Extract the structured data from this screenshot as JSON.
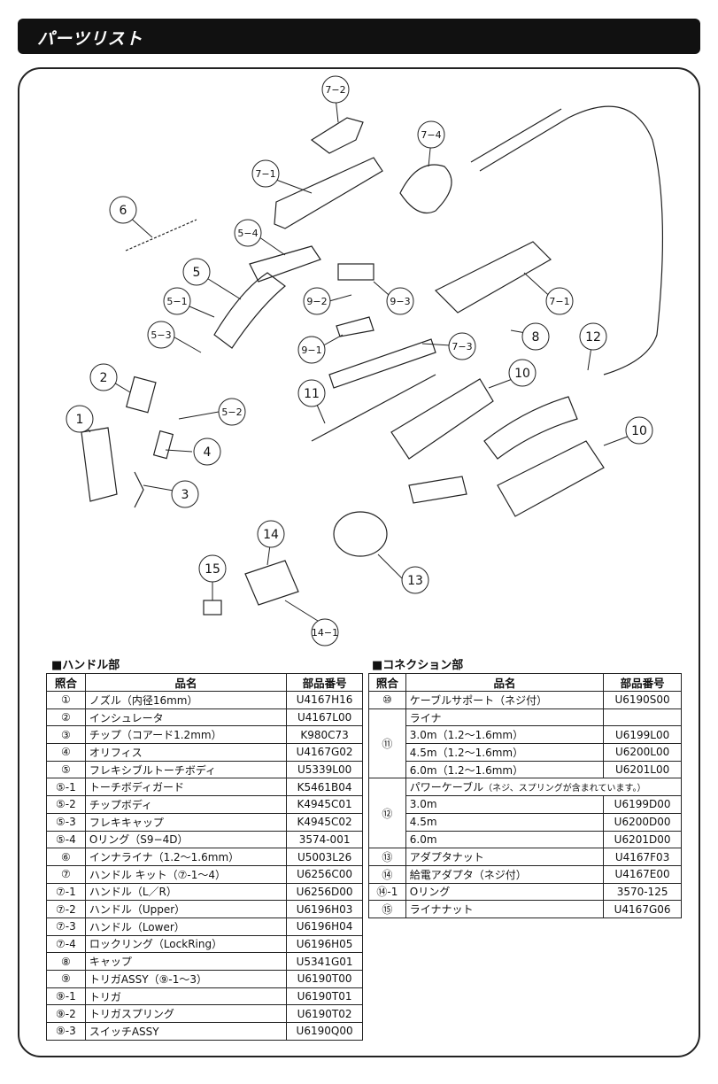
{
  "header": {
    "title": "パーツリスト"
  },
  "diagram": {
    "callouts": [
      "7−2",
      "7−4",
      "7−1",
      "6",
      "5−4",
      "5",
      "9−2",
      "9−3",
      "7−1",
      "5−1",
      "5−3",
      "8",
      "12",
      "9−1",
      "7−3",
      "2",
      "11",
      "10",
      "5−2",
      "1",
      "4",
      "10",
      "3",
      "14",
      "13",
      "15",
      "14−1"
    ]
  },
  "handle_section": {
    "title": "■ハンドル部",
    "headers": [
      "照合",
      "品名",
      "部品番号"
    ],
    "rows": [
      {
        "ref": "①",
        "name": "ノズル（内径16mm）",
        "code": "U4167H16"
      },
      {
        "ref": "②",
        "name": "インシュレータ",
        "code": "U4167L00"
      },
      {
        "ref": "③",
        "name": "チップ（コアード1.2mm）",
        "code": "K980C73"
      },
      {
        "ref": "④",
        "name": "オリフィス",
        "code": "U4167G02"
      },
      {
        "ref": "⑤",
        "name": "フレキシブルトーチボディ",
        "code": "U5339L00"
      },
      {
        "ref": "⑤-1",
        "name": "トーチボディガード",
        "code": "K5461B04"
      },
      {
        "ref": "⑤-2",
        "name": "チップボディ",
        "code": "K4945C01"
      },
      {
        "ref": "⑤-3",
        "name": "フレキキャップ",
        "code": "K4945C02"
      },
      {
        "ref": "⑤-4",
        "name": "Oリング（S9−4D）",
        "code": "3574-001"
      },
      {
        "ref": "⑥",
        "name": "インナライナ（1.2〜1.6mm）",
        "code": "U5003L26"
      },
      {
        "ref": "⑦",
        "name": "ハンドル キット（⑦-1〜4）",
        "code": "U6256C00"
      },
      {
        "ref": "⑦-1",
        "name": "ハンドル（L／R）",
        "code": "U6256D00"
      },
      {
        "ref": "⑦-2",
        "name": "ハンドル（Upper）",
        "code": "U6196H03"
      },
      {
        "ref": "⑦-3",
        "name": "ハンドル（Lower）",
        "code": "U6196H04"
      },
      {
        "ref": "⑦-4",
        "name": "ロックリング（LockRing）",
        "code": "U6196H05"
      },
      {
        "ref": "⑧",
        "name": "キャップ",
        "code": "U5341G01"
      },
      {
        "ref": "⑨",
        "name": "トリガASSY（⑨-1〜3）",
        "code": "U6190T00"
      },
      {
        "ref": "⑨-1",
        "name": "トリガ",
        "code": "U6190T01"
      },
      {
        "ref": "⑨-2",
        "name": "トリガスプリング",
        "code": "U6190T02"
      },
      {
        "ref": "⑨-3",
        "name": "スイッチASSY",
        "code": "U6190Q00"
      }
    ]
  },
  "connection_section": {
    "title": "■コネクション部",
    "headers": [
      "照合",
      "品名",
      "部品番号"
    ],
    "r10": {
      "ref": "⑩",
      "name": "ケーブルサポート（ネジ付）",
      "code": "U6190S00"
    },
    "r11": {
      "ref": "⑪",
      "name": "ライナ",
      "subs": [
        {
          "name": "3.0m（1.2〜1.6mm）",
          "code": "U6199L00"
        },
        {
          "name": "4.5m（1.2〜1.6mm）",
          "code": "U6200L00"
        },
        {
          "name": "6.0m（1.2〜1.6mm）",
          "code": "U6201L00"
        }
      ]
    },
    "r12": {
      "ref": "⑫",
      "name": "パワーケーブル",
      "note": "（ネジ、スプリングが含まれています。）",
      "subs": [
        {
          "name": "3.0m",
          "code": "U6199D00"
        },
        {
          "name": "4.5m",
          "code": "U6200D00"
        },
        {
          "name": "6.0m",
          "code": "U6201D00"
        }
      ]
    },
    "r13": {
      "ref": "⑬",
      "name": "アダプタナット",
      "code": "U4167F03"
    },
    "r14": {
      "ref": "⑭",
      "name": "給電アダプタ（ネジ付）",
      "code": "U4167E00"
    },
    "r14_1": {
      "ref": "⑭-1",
      "name": "Oリング",
      "code": "3570-125"
    },
    "r15": {
      "ref": "⑮",
      "name": "ライナナット",
      "code": "U4167G06"
    }
  }
}
